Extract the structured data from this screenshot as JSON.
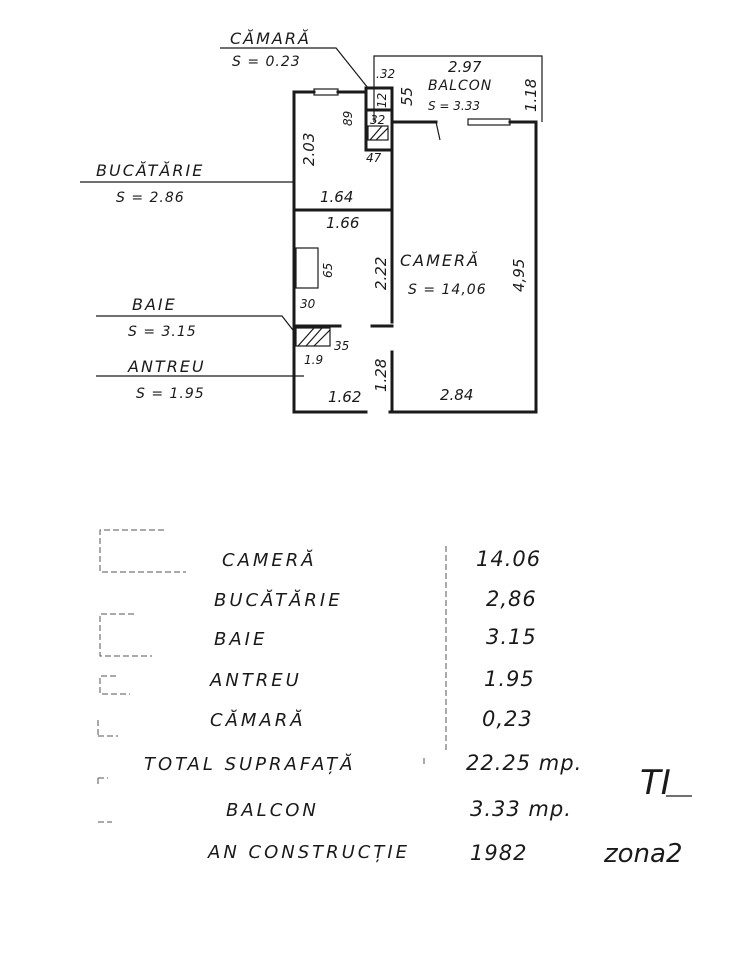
{
  "plan": {
    "rooms": {
      "camara": {
        "name": "CĂMARĂ",
        "area": "S = 0.23"
      },
      "bucatarie": {
        "name": "BUCĂTĂRIE",
        "area": "S = 2.86"
      },
      "baie": {
        "name": "BAIE",
        "area": "S = 3.15"
      },
      "antreu": {
        "name": "ANTREU",
        "area": "S = 1.95"
      },
      "camera": {
        "name": "CAMERĂ",
        "area": "S = 14,06"
      },
      "balcon": {
        "name": "BALCON",
        "area": "S = 3.33"
      }
    },
    "dims": {
      "d1": ".32",
      "d2": "2.97",
      "d3": "1.18",
      "d4": "12",
      "d5": "55",
      "d6": "89",
      "d7": "32",
      "d8": "47",
      "d9": "2.03",
      "d10": "1.64",
      "d11": "1.66",
      "d12": "65",
      "d13": "2.22",
      "d14": "4,95",
      "d15": "30",
      "d16": "35",
      "d17": "1.9",
      "d18": "1.28",
      "d19": "1.62",
      "d20": "2.84"
    }
  },
  "table": {
    "rows": [
      {
        "label": "CAMERĂ",
        "value": "14.06"
      },
      {
        "label": "BUCĂTĂRIE",
        "value": "2,86"
      },
      {
        "label": "BAIE",
        "value": "3.15"
      },
      {
        "label": "ANTREU",
        "value": "1.95"
      },
      {
        "label": "CĂMARĂ",
        "value": "0,23"
      },
      {
        "label": "TOTAL SUPRAFAȚĂ",
        "value": "22.25 mp."
      },
      {
        "label": "BALCON",
        "value": "3.33 mp."
      },
      {
        "label": "AN CONSTRUCȚIE",
        "value": "1982"
      }
    ]
  },
  "marks": {
    "type": "TI",
    "zone": "zona2"
  }
}
